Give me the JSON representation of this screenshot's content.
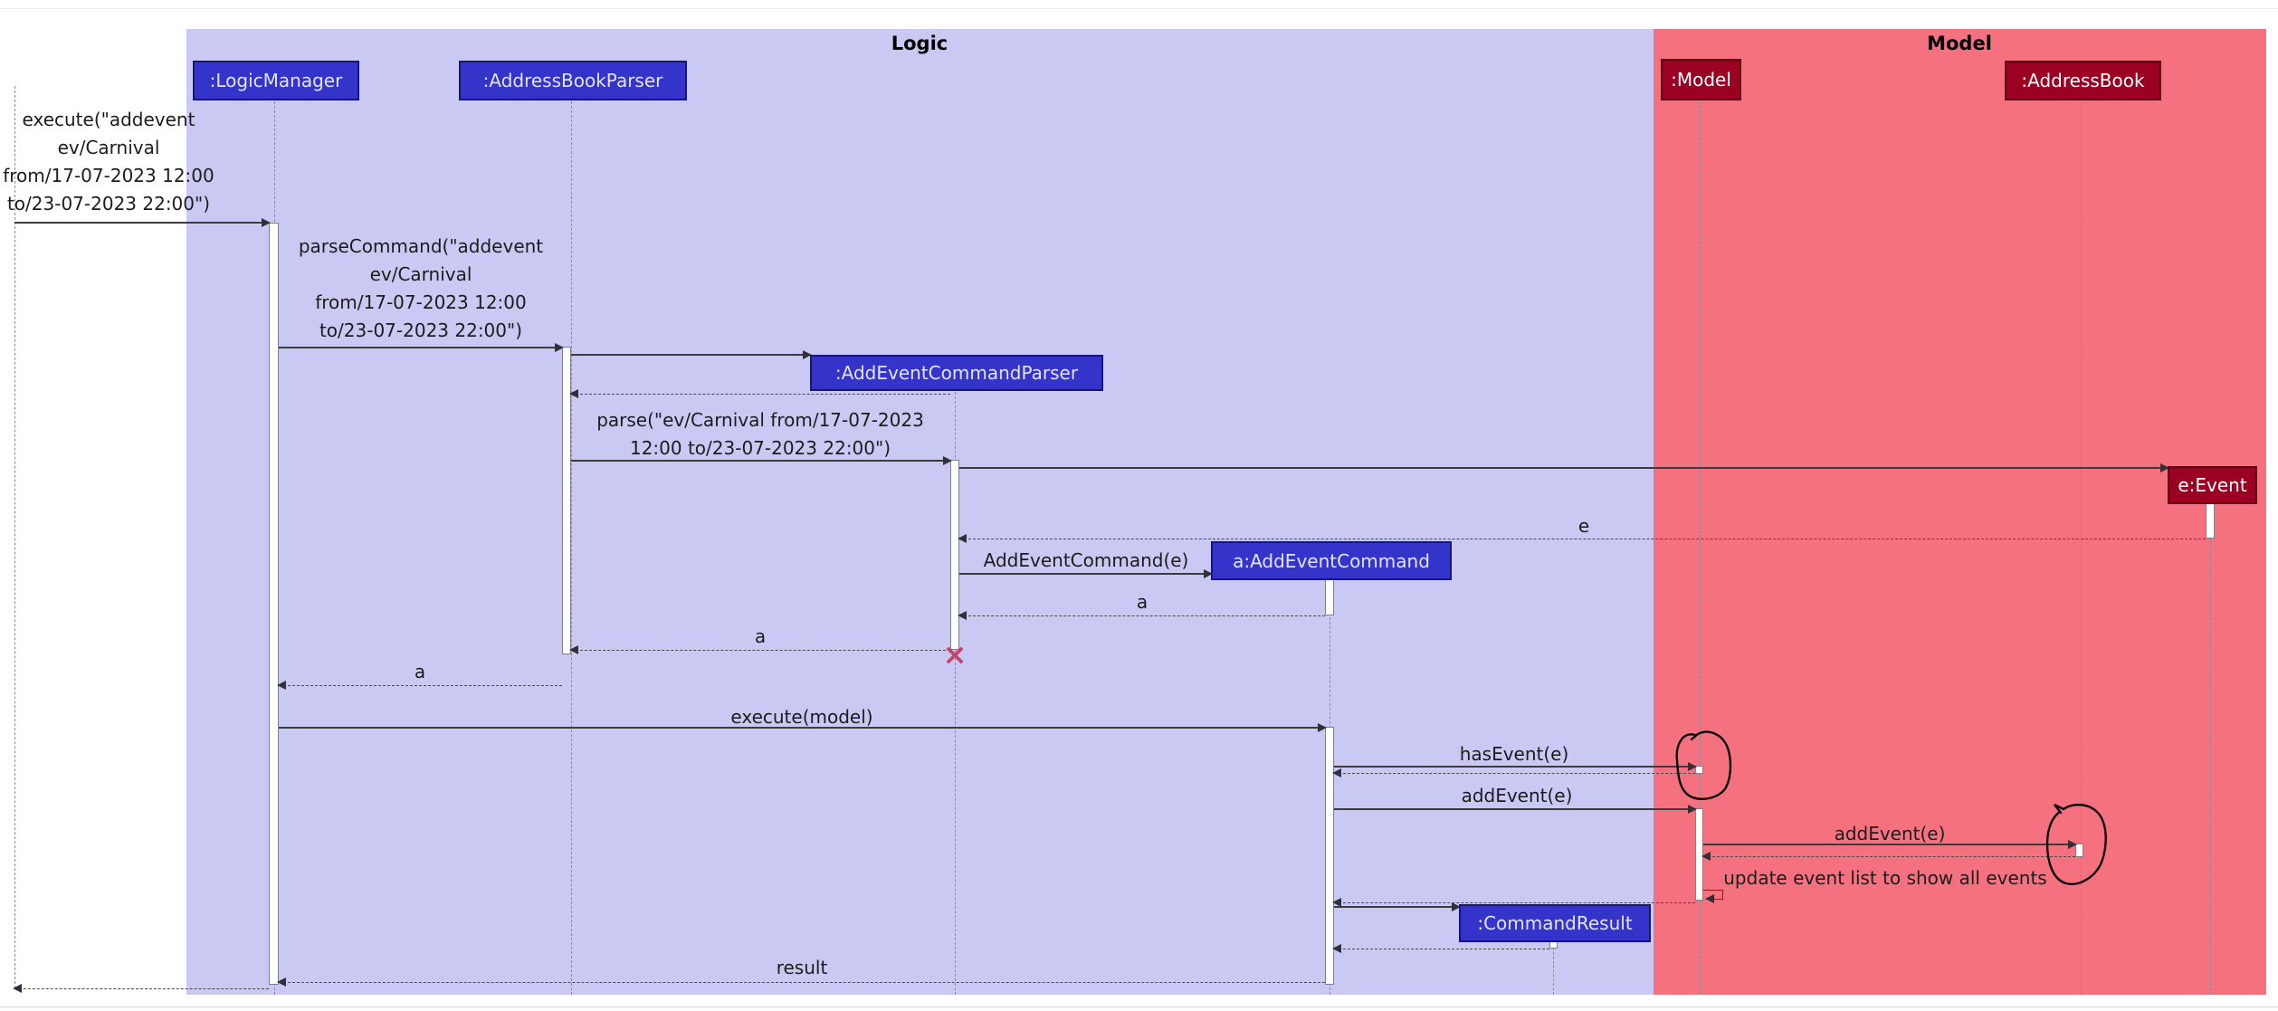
{
  "frames": {
    "logic": "Logic",
    "model": "Model"
  },
  "participants": {
    "logic_manager": ":LogicManager",
    "address_book_parser": ":AddressBookParser",
    "add_event_command_parser": ":AddEventCommandParser",
    "add_event_command": "a:AddEventCommand",
    "command_result": ":CommandResult",
    "model": ":Model",
    "address_book": ":AddressBook",
    "event": "e:Event"
  },
  "messages": {
    "execute": "execute(\"addevent\nev/Carnival\nfrom/17-07-2023 12:00\nto/23-07-2023 22:00\")",
    "parse_command": "parseCommand(\"addevent\nev/Carnival\nfrom/17-07-2023 12:00\nto/23-07-2023 22:00\")",
    "parse": "parse(\"ev/Carnival from/17-07-2023\n12:00 to/23-07-2023 22:00\")",
    "return_e": "e",
    "add_event_command_call": "AddEventCommand(e)",
    "return_a": "a",
    "execute_model": "execute(model)",
    "has_event": "hasEvent(e)",
    "add_event_model": "addEvent(e)",
    "add_event_book": "addEvent(e)",
    "update_event_list": "update event list to show all events",
    "result": "result"
  },
  "destroy_marker_glyph": "×",
  "colors": {
    "logic_frame": "#c9c9f4",
    "model_frame": "#f5717f",
    "logic_participant_fill": "#3434cb",
    "model_participant_fill": "#9b0023",
    "destroy_marker": "#c4426b",
    "annotation_ink": "#0a0a0a"
  },
  "annotations": {
    "circle_1": "hand-drawn ink circle around hasEvent(e) arrival point on :Model lifeline",
    "circle_2": "hand-drawn ink circle around addEvent(e) arrival point on :AddressBook lifeline"
  }
}
